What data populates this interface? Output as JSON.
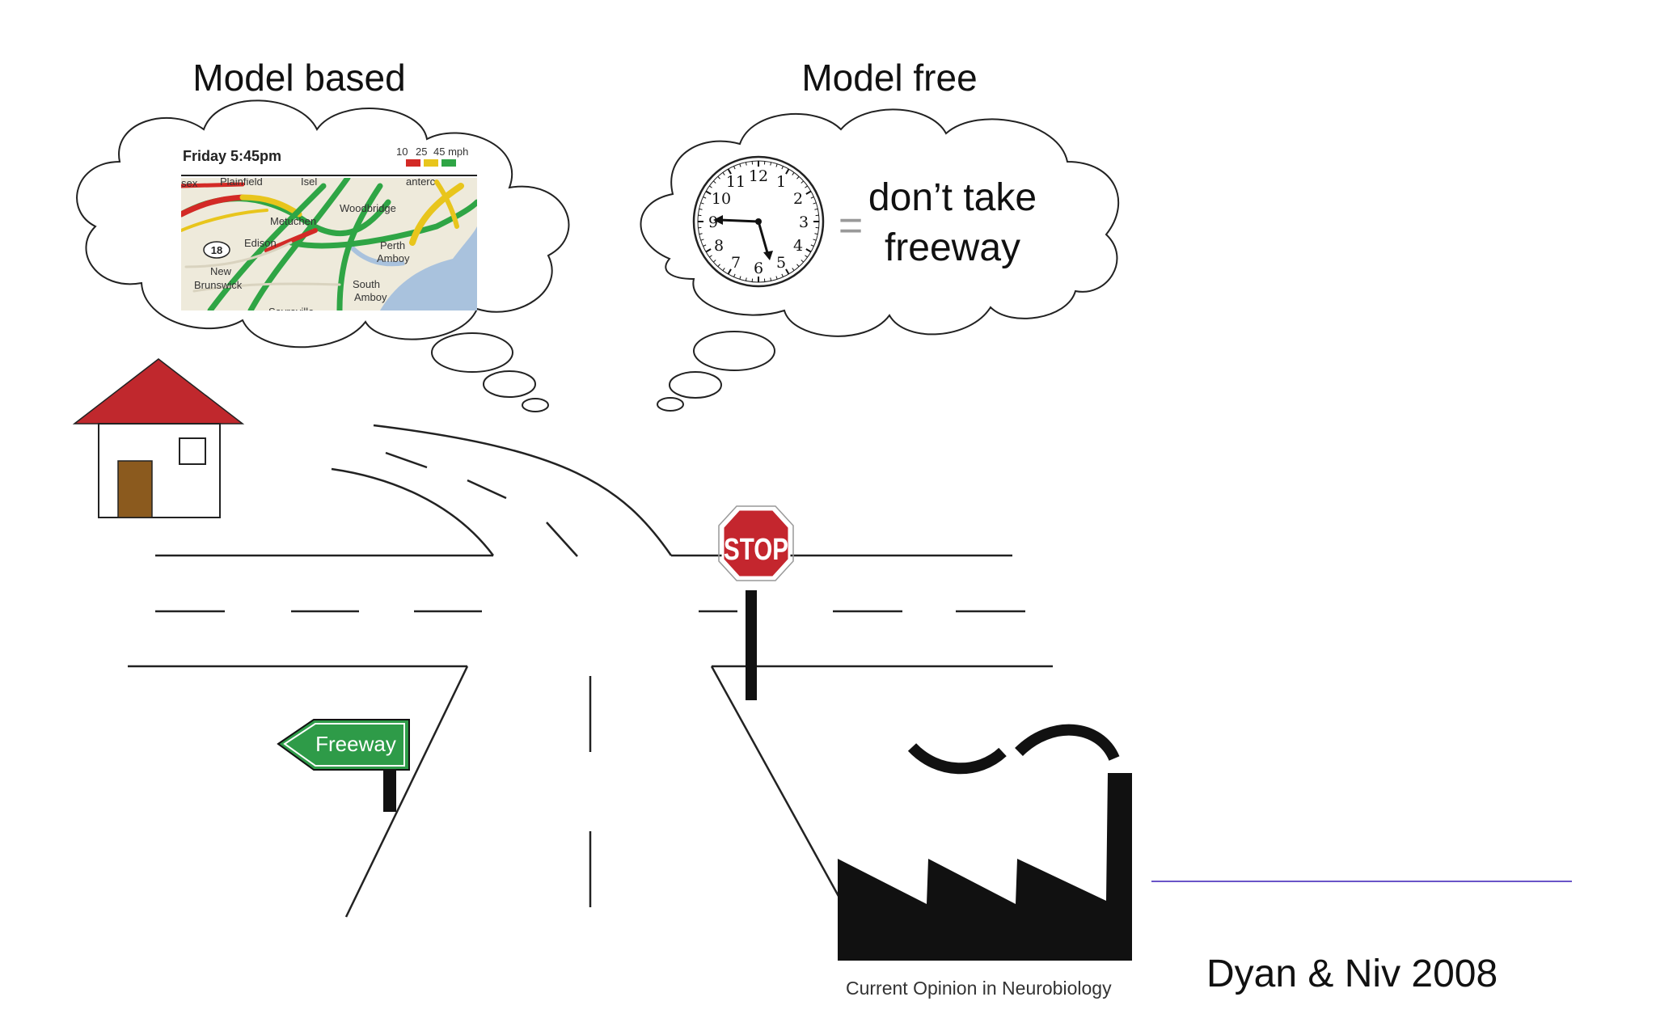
{
  "titles": {
    "model_based": "Model based",
    "model_free": "Model free"
  },
  "traffic_map": {
    "time_label": "Friday 5:45pm",
    "speed_legend": [
      "10",
      "25",
      "45 mph"
    ],
    "speed_colors": [
      "#d32a26",
      "#e8c51c",
      "#2fa545"
    ],
    "place_labels": [
      "sex",
      "Plainfield",
      "Isel",
      "anterc",
      "Metuchen",
      "Woodbridge",
      "Edison",
      "Perth",
      "Amboy",
      "18",
      "New",
      "Brunswick",
      "South",
      "Amboy",
      "Sayreville"
    ]
  },
  "clock": {
    "numbers": [
      "12",
      "1",
      "2",
      "3",
      "4",
      "5",
      "6",
      "7",
      "8",
      "9",
      "10",
      "11"
    ],
    "equals_sign": "="
  },
  "model_free_thought": {
    "line1": "don’t take",
    "line2": "freeway"
  },
  "signs": {
    "stop": "STOP",
    "freeway": "Freeway"
  },
  "colors": {
    "roof": "#c0282d",
    "door": "#8b5a1e",
    "stop_sign": "#c4262e",
    "freeway_sign": "#2e9b48",
    "divider_line": "#6a55c8"
  },
  "credits": {
    "journal": "Current Opinion in Neurobiology",
    "citation": "Dyan & Niv 2008"
  }
}
